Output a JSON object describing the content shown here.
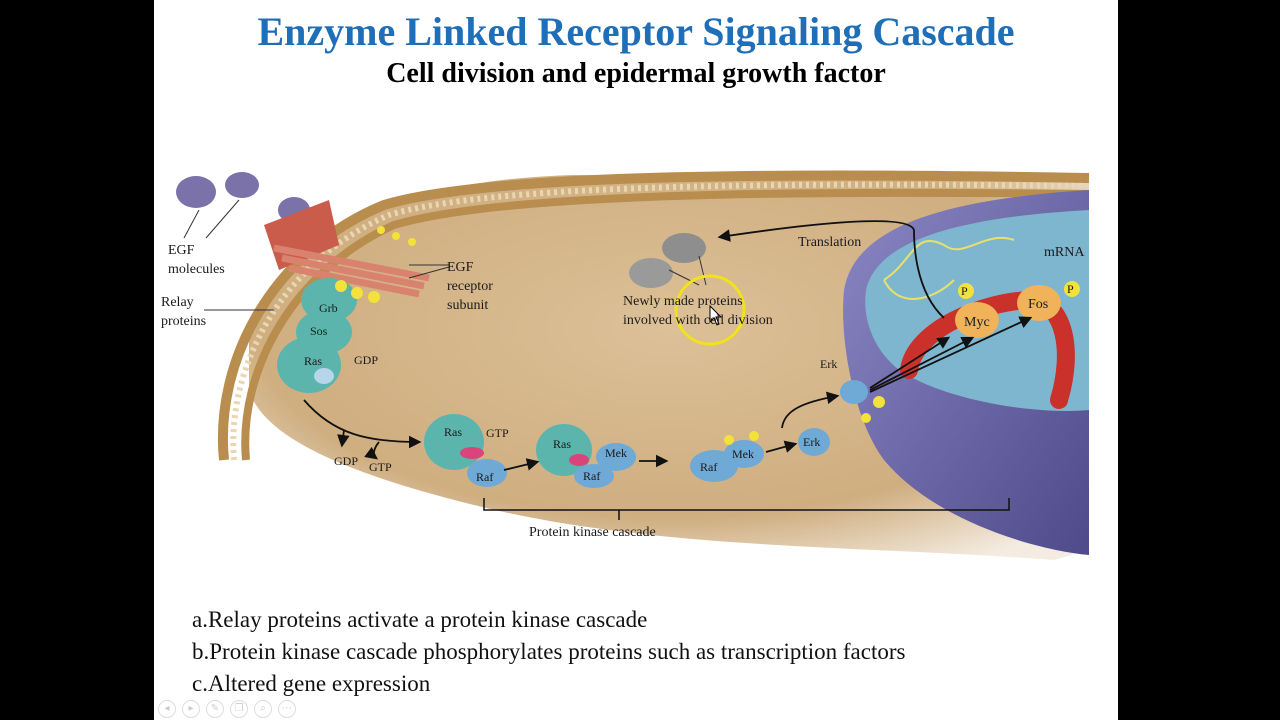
{
  "slide": {
    "title": "Enzyme Linked Receptor Signaling Cascade",
    "subtitle": "Cell division and epidermal growth factor"
  },
  "diagram": {
    "labels": {
      "egf_line1": "EGF",
      "egf_line2": "molecules",
      "relay_line1": "Relay",
      "relay_line2": "proteins",
      "egfr_line1": "EGF",
      "egfr_line2": "receptor",
      "egfr_line3": "subunit",
      "translation": "Translation",
      "mrna": "mRNA",
      "newly_line1": "Newly made proteins",
      "newly_line2": "involved with cell division",
      "grb": "Grb",
      "sos": "Sos",
      "ras": "Ras",
      "gdp": "GDP",
      "gtp": "GTP",
      "raf": "Raf",
      "mek": "Mek",
      "erk": "Erk",
      "myc": "Myc",
      "fos": "Fos",
      "p": "P",
      "cascade": "Protein kinase cascade"
    },
    "colors": {
      "title": "#1f6fb8",
      "cytoplasm": "#d8b88c",
      "nucleus": "#6e6aa8",
      "protein_teal": "#5bb5ad",
      "protein_blue": "#6fa9d6",
      "phosphate": "#f3e23a",
      "mrna": "#e8e06a",
      "dna": "#c9312a",
      "highlight_ring": "#f2e21a"
    }
  },
  "bullets": [
    "a.Relay proteins activate a protein kinase cascade",
    "b.Protein kinase cascade phosphorylates proteins such as transcription factors",
    "c.Altered gene expression"
  ],
  "player_controls": [
    "prev-icon",
    "play-icon",
    "pen-icon",
    "copy-icon",
    "zoom-icon",
    "more-icon"
  ]
}
